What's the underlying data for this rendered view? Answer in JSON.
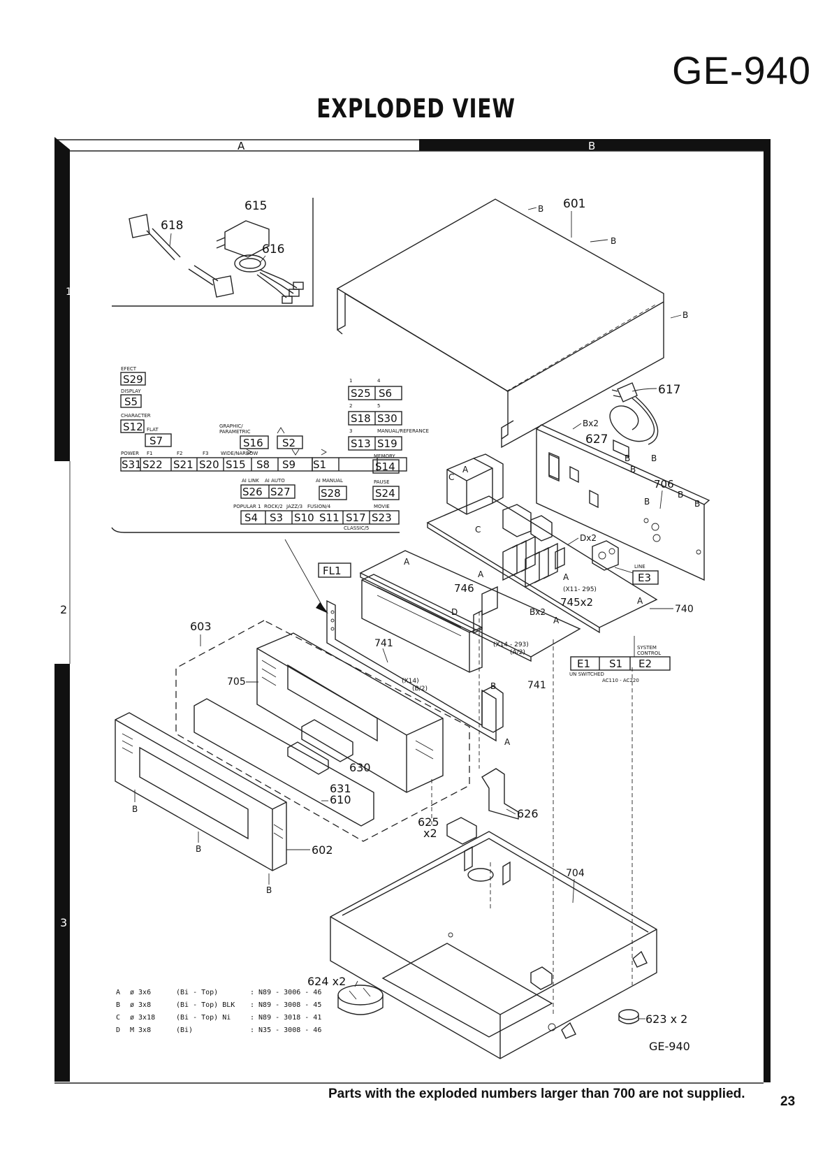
{
  "header": {
    "model": "GE-940",
    "heading": "EXPLODED VIEW"
  },
  "grid": {
    "columns": [
      "A",
      "B"
    ],
    "rows": [
      "1",
      "2",
      "3"
    ]
  },
  "parts": {
    "p601": "601",
    "p602": "602",
    "p603": "603",
    "p610": "610",
    "p615": "615",
    "p616": "616",
    "p617": "617",
    "p618": "618",
    "p623": "623 x 2",
    "p624": "624 x2",
    "p625": "625",
    "p625x": "x2",
    "p626": "626",
    "p627": "627",
    "p630": "630",
    "p631": "631",
    "p704": "704",
    "p705": "705",
    "p706": "706",
    "p740": "740",
    "p741a": "741",
    "p741b": "741",
    "p745": "745x2",
    "p746": "746"
  },
  "pcb_labels": {
    "x11": "(X11- 295)",
    "x14a": "(X14 - 293)",
    "x14a_sub": "(A/2)",
    "x14b": "(X14)",
    "x14b_sub": "(B/2)"
  },
  "screw_callouts": {
    "b": "B",
    "a": "A",
    "c": "C",
    "d": "D",
    "bx2": "Bx2",
    "dx2": "Dx2"
  },
  "switch_panel": {
    "cap_effect": "EFECT",
    "cap_display": "DISPLAY",
    "cap_character": "CHARACTER",
    "cap_flat": "FLAT",
    "cap_graphic": "GRAPHIC/",
    "cap_parametric": "PARAMETRIC",
    "cap_power": "POWER",
    "cap_f1": "F1",
    "cap_f2": "F2",
    "cap_f3": "F3",
    "cap_wide": "WIDE/NARROW",
    "cap_1": "1",
    "cap_2": "2",
    "cap_3": "3",
    "cap_4": "4",
    "cap_5": "5",
    "cap_manual_ref": "MANUAL/REFERANCE",
    "cap_memory": "MEMORY",
    "cap_pause": "PAUSE",
    "cap_ai_link": "AI LINK",
    "cap_ai_auto": "AI AUTO",
    "cap_ai_manual": "AI MANUAL",
    "cap_popular": "POPULAR 1",
    "cap_rock": "ROCK/2",
    "cap_jazz": "JAZZ/3",
    "cap_fusion": "FUSION/4",
    "cap_movie": "MOVIE",
    "cap_classic": "CLASSIC/5",
    "s29": "S29",
    "s5": "S5",
    "s12": "S12",
    "s7": "S7",
    "s16": "S16",
    "s2": "S2",
    "s31": "S31",
    "s22": "S22",
    "s21": "S21",
    "s20": "S20",
    "s15": "S15",
    "s8": "S8",
    "s9": "S9",
    "s1": "S1",
    "s25": "S25",
    "s6": "S6",
    "s18": "S18",
    "s30": "S30",
    "s13": "S13",
    "s19": "S19",
    "s14": "S14",
    "s24": "S24",
    "s26": "S26",
    "s27": "S27",
    "s28": "S28",
    "s4": "S4",
    "s3": "S3",
    "s10": "S10",
    "s11": "S11",
    "s17": "S17",
    "s23": "S23"
  },
  "fl": "FL1",
  "line_jack": {
    "caption": "LINE",
    "box": "E3"
  },
  "system_control": {
    "caption_1": "SYSTEM",
    "caption_2": "CONTROL",
    "boxes": [
      "E1",
      "S1",
      "E2"
    ],
    "unswitched": "UN SWITCHED",
    "voltage": "AC110 - AC220"
  },
  "screw_legend": [
    {
      "letter": "A",
      "size": "ø 3x6",
      "finish": "(Bi - Top)",
      "part": ": N89 - 3006 - 46"
    },
    {
      "letter": "B",
      "size": "ø 3x8",
      "finish": "(Bi - Top) BLK",
      "part": ": N89 - 3008 - 45"
    },
    {
      "letter": "C",
      "size": "ø 3x18",
      "finish": "(Bi - Top) Ni",
      "part": ": N89 - 3018 - 41"
    },
    {
      "letter": "D",
      "size": "M 3x8",
      "finish": "(Bi)",
      "part": ": N35 - 3008 - 46"
    }
  ],
  "footer": {
    "model_small": "GE-940",
    "note": "Parts with the exploded numbers larger than 700 are not supplied.",
    "page": "23"
  }
}
